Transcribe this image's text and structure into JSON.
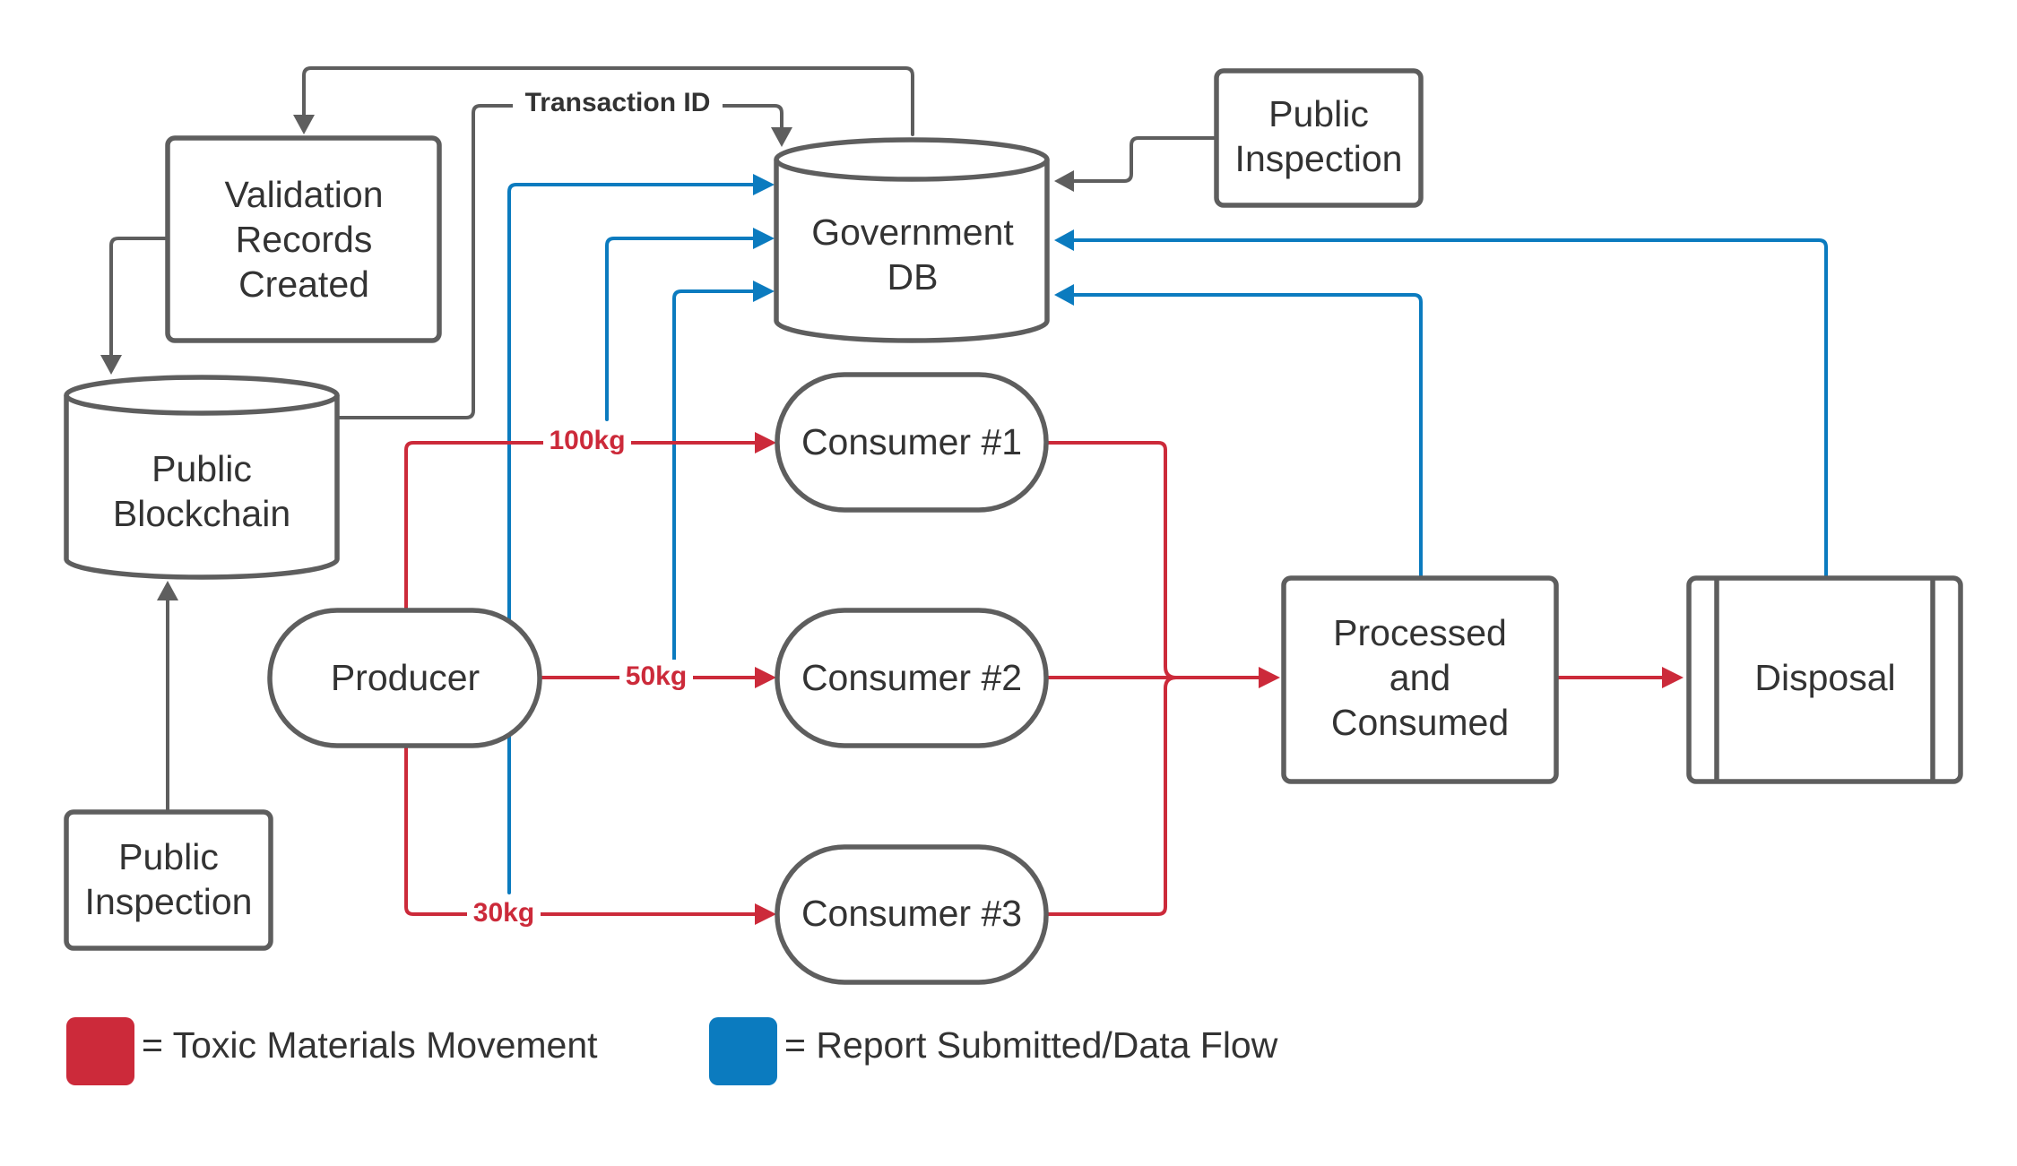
{
  "nodes": {
    "validation_records": "Validation\nRecords\nCreated",
    "public_blockchain": "Public\nBlockchain",
    "public_inspection_left": "Public\nInspection",
    "government_db": "Government\nDB",
    "public_inspection_right": "Public\nInspection",
    "producer": "Producer",
    "consumer_1": "Consumer #1",
    "consumer_2": "Consumer #2",
    "consumer_3": "Consumer #3",
    "processed": "Processed\nand\nConsumed",
    "disposal": "Disposal"
  },
  "edge_labels": {
    "transaction_id": "Transaction ID",
    "qty_consumer_1": "100kg",
    "qty_consumer_2": "50kg",
    "qty_consumer_3": "30kg"
  },
  "legend": {
    "toxic": {
      "label": "= Toxic Materials Movement",
      "color": "#cc2a3a"
    },
    "report": {
      "label": "= Report Submitted/Data Flow",
      "color": "#0b7bbf"
    }
  },
  "colors": {
    "toxic_flow": "#cc2a3a",
    "data_flow": "#0b7bbf",
    "outline": "#5e5e5e"
  }
}
